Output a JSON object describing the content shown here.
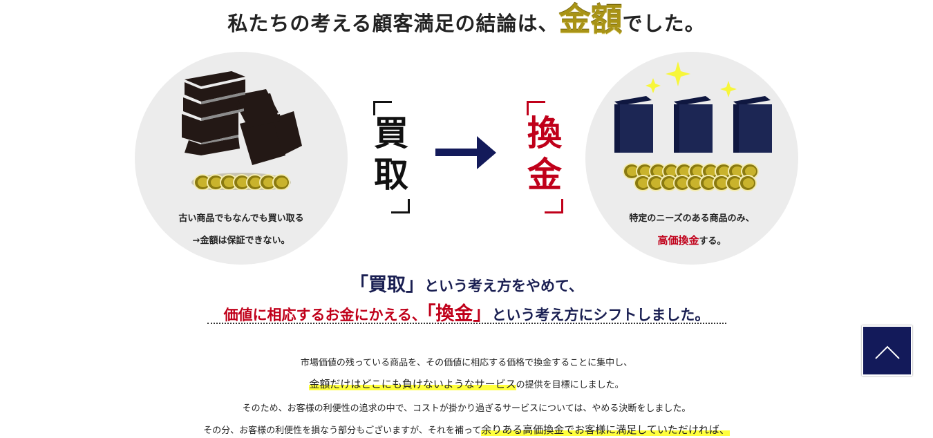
{
  "headline": {
    "pre": "私たちの考える顧客満足の結論は、",
    "gold": "金額",
    "post": "でした。"
  },
  "left_circle": {
    "line1": "古い商品でもなんでも買い取る",
    "line2": "→金額は保証できない。"
  },
  "right_circle": {
    "line1": "特定のニーズのある商品のみ、",
    "line2_red": "高価換金",
    "line2_rest": "する。"
  },
  "center": {
    "left_char1": "買",
    "left_char2": "取",
    "right_char1": "換",
    "right_char2": "金"
  },
  "subhead": {
    "a_big": "「買取」",
    "a_rest": "という考え方をやめて、",
    "b_red": "価値に相応するお金にかえる、",
    "b_big": "「換金」",
    "b_rest": "という考え方にシフトしました。"
  },
  "body": {
    "line1": "市場価値の残っている商品を、その価値に相応する価格で換金することに集中し、",
    "line2_hl": "金額だけはどこにも負けないようなサービス",
    "line2_rest": "の提供を目標にしました。",
    "line3": "そのため、お客様の利便性の追求の中で、コストが掛かり過ぎるサービスについては、やめる決断をしました。",
    "line4_pre": "その分、お客様の利便性を損なう部分もございますが、それを補って",
    "line4_hl": "余りある高価換金でお客様に満足していただければ、"
  },
  "colors": {
    "navy": "#131a5a",
    "red": "#c0001a",
    "gold": "#a89316",
    "highlight": "#ffff3c"
  },
  "icons": {
    "left": "pile-of-old-books-icon",
    "right": "three-books-with-sparkles-icon",
    "coins": "gold-coins-icon",
    "arrow": "right-arrow-icon",
    "pagetop": "chevron-up-icon"
  }
}
